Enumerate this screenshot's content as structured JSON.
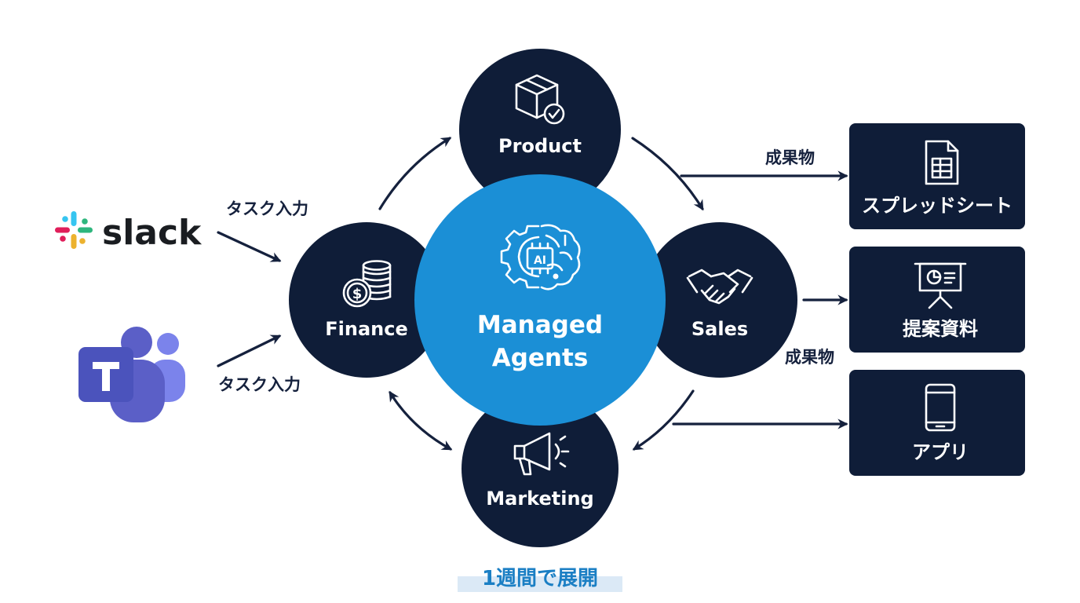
{
  "inputs": {
    "slack": {
      "name": "slack"
    }
  },
  "edges": {
    "task_input_top": "タスク入力",
    "task_input_bottom": "タスク入力",
    "deliverable_top": "成果物",
    "deliverable_bottom": "成果物"
  },
  "hub": {
    "line1": "Managed",
    "line2": "Agents",
    "ai_badge": "AI"
  },
  "agents": {
    "product": "Product",
    "finance": "Finance",
    "sales": "Sales",
    "marketing": "Marketing"
  },
  "outputs": {
    "spreadsheet": "スプレッドシート",
    "proposal": "提案資料",
    "app": "アプリ"
  },
  "footer": {
    "badge": "1週間で展開"
  },
  "colors": {
    "dark_navy": "#0f1d38",
    "hub_blue": "#1b8fd6",
    "text_dark": "#15213d",
    "footer_highlight": "#dbe9f6",
    "teams_purple": "#5b5fc7"
  },
  "icons": {
    "slack": "slack-logo",
    "teams": "teams-logo",
    "product": "box-check-icon",
    "finance": "coins-icon",
    "sales": "handshake-icon",
    "marketing": "megaphone-icon",
    "hub": "ai-brain-gear-icon",
    "spreadsheet": "spreadsheet-icon",
    "proposal": "presentation-icon",
    "app": "smartphone-icon"
  }
}
